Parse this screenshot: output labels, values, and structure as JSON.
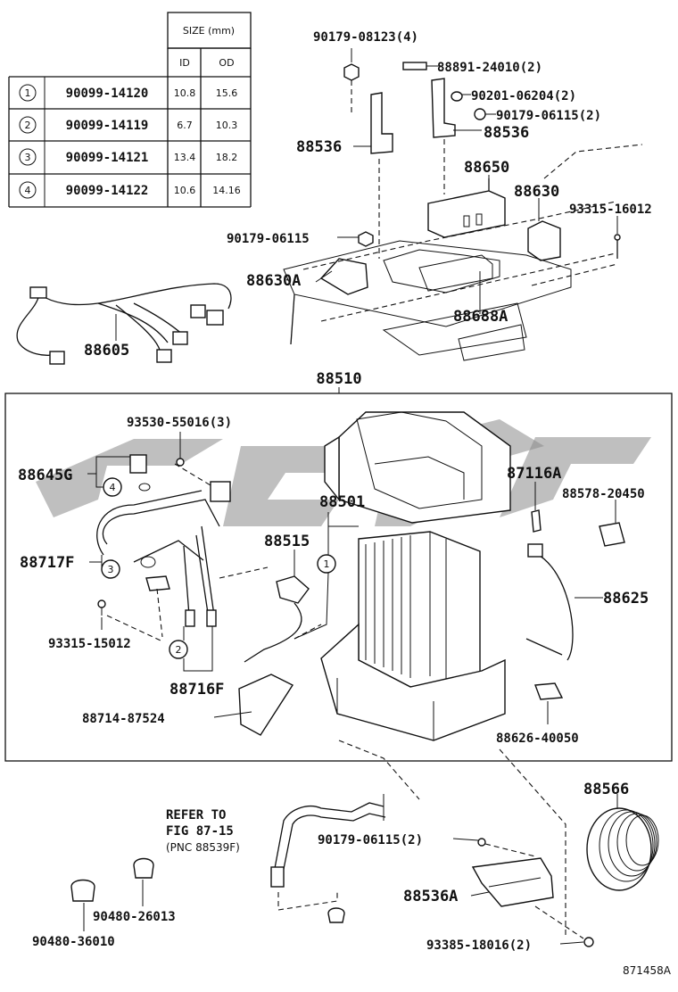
{
  "table": {
    "header_size": "SIZE (mm)",
    "header_id": "ID",
    "header_od": "OD",
    "rows": [
      {
        "num": "1",
        "part": "90099-14120",
        "id": "10.8",
        "od": "15.6"
      },
      {
        "num": "2",
        "part": "90099-14119",
        "id": "6.7",
        "od": "10.3"
      },
      {
        "num": "3",
        "part": "90099-14121",
        "id": "13.4",
        "od": "18.2"
      },
      {
        "num": "4",
        "part": "90099-14122",
        "id": "10.6",
        "od": "14.16"
      }
    ]
  },
  "labels": {
    "p90179_08123": "90179-08123(4)",
    "p88891_24010": "88891-24010(2)",
    "p90201_06204": "90201-06204(2)",
    "p90179_06115_2a": "90179-06115(2)",
    "p88536_right": "88536",
    "p88536_left": "88536",
    "p88650": "88650",
    "p88630": "88630",
    "p93315_16012": "93315-16012",
    "p90179_06115": "90179-06115",
    "p88630A": "88630A",
    "p88688A": "88688A",
    "p88605": "88605",
    "p88510": "88510",
    "p93530_55016": "93530-55016(3)",
    "p88645G": "88645G",
    "p87116A": "87116A",
    "p88578_20450": "88578-20450",
    "p88501": "88501",
    "p88515": "88515",
    "p88717F": "88717F",
    "p88625": "88625",
    "p93315_15012": "93315-15012",
    "p88716F": "88716F",
    "p88714_87524": "88714-87524",
    "p88626_40050": "88626-40050",
    "p88566": "88566",
    "refer_1": "REFER TO",
    "refer_2": "FIG 87-15",
    "refer_3": "(PNC 88539F)",
    "p90179_06115_2b": "90179-06115(2)",
    "p88536A": "88536A",
    "p90480_26013": "90480-26013",
    "p90480_36010": "90480-36010",
    "p93385_18016": "93385-18016(2)",
    "fig_id": "871458A",
    "circle_1": "1",
    "circle_2": "2",
    "circle_3": "3",
    "circle_4": "4"
  }
}
